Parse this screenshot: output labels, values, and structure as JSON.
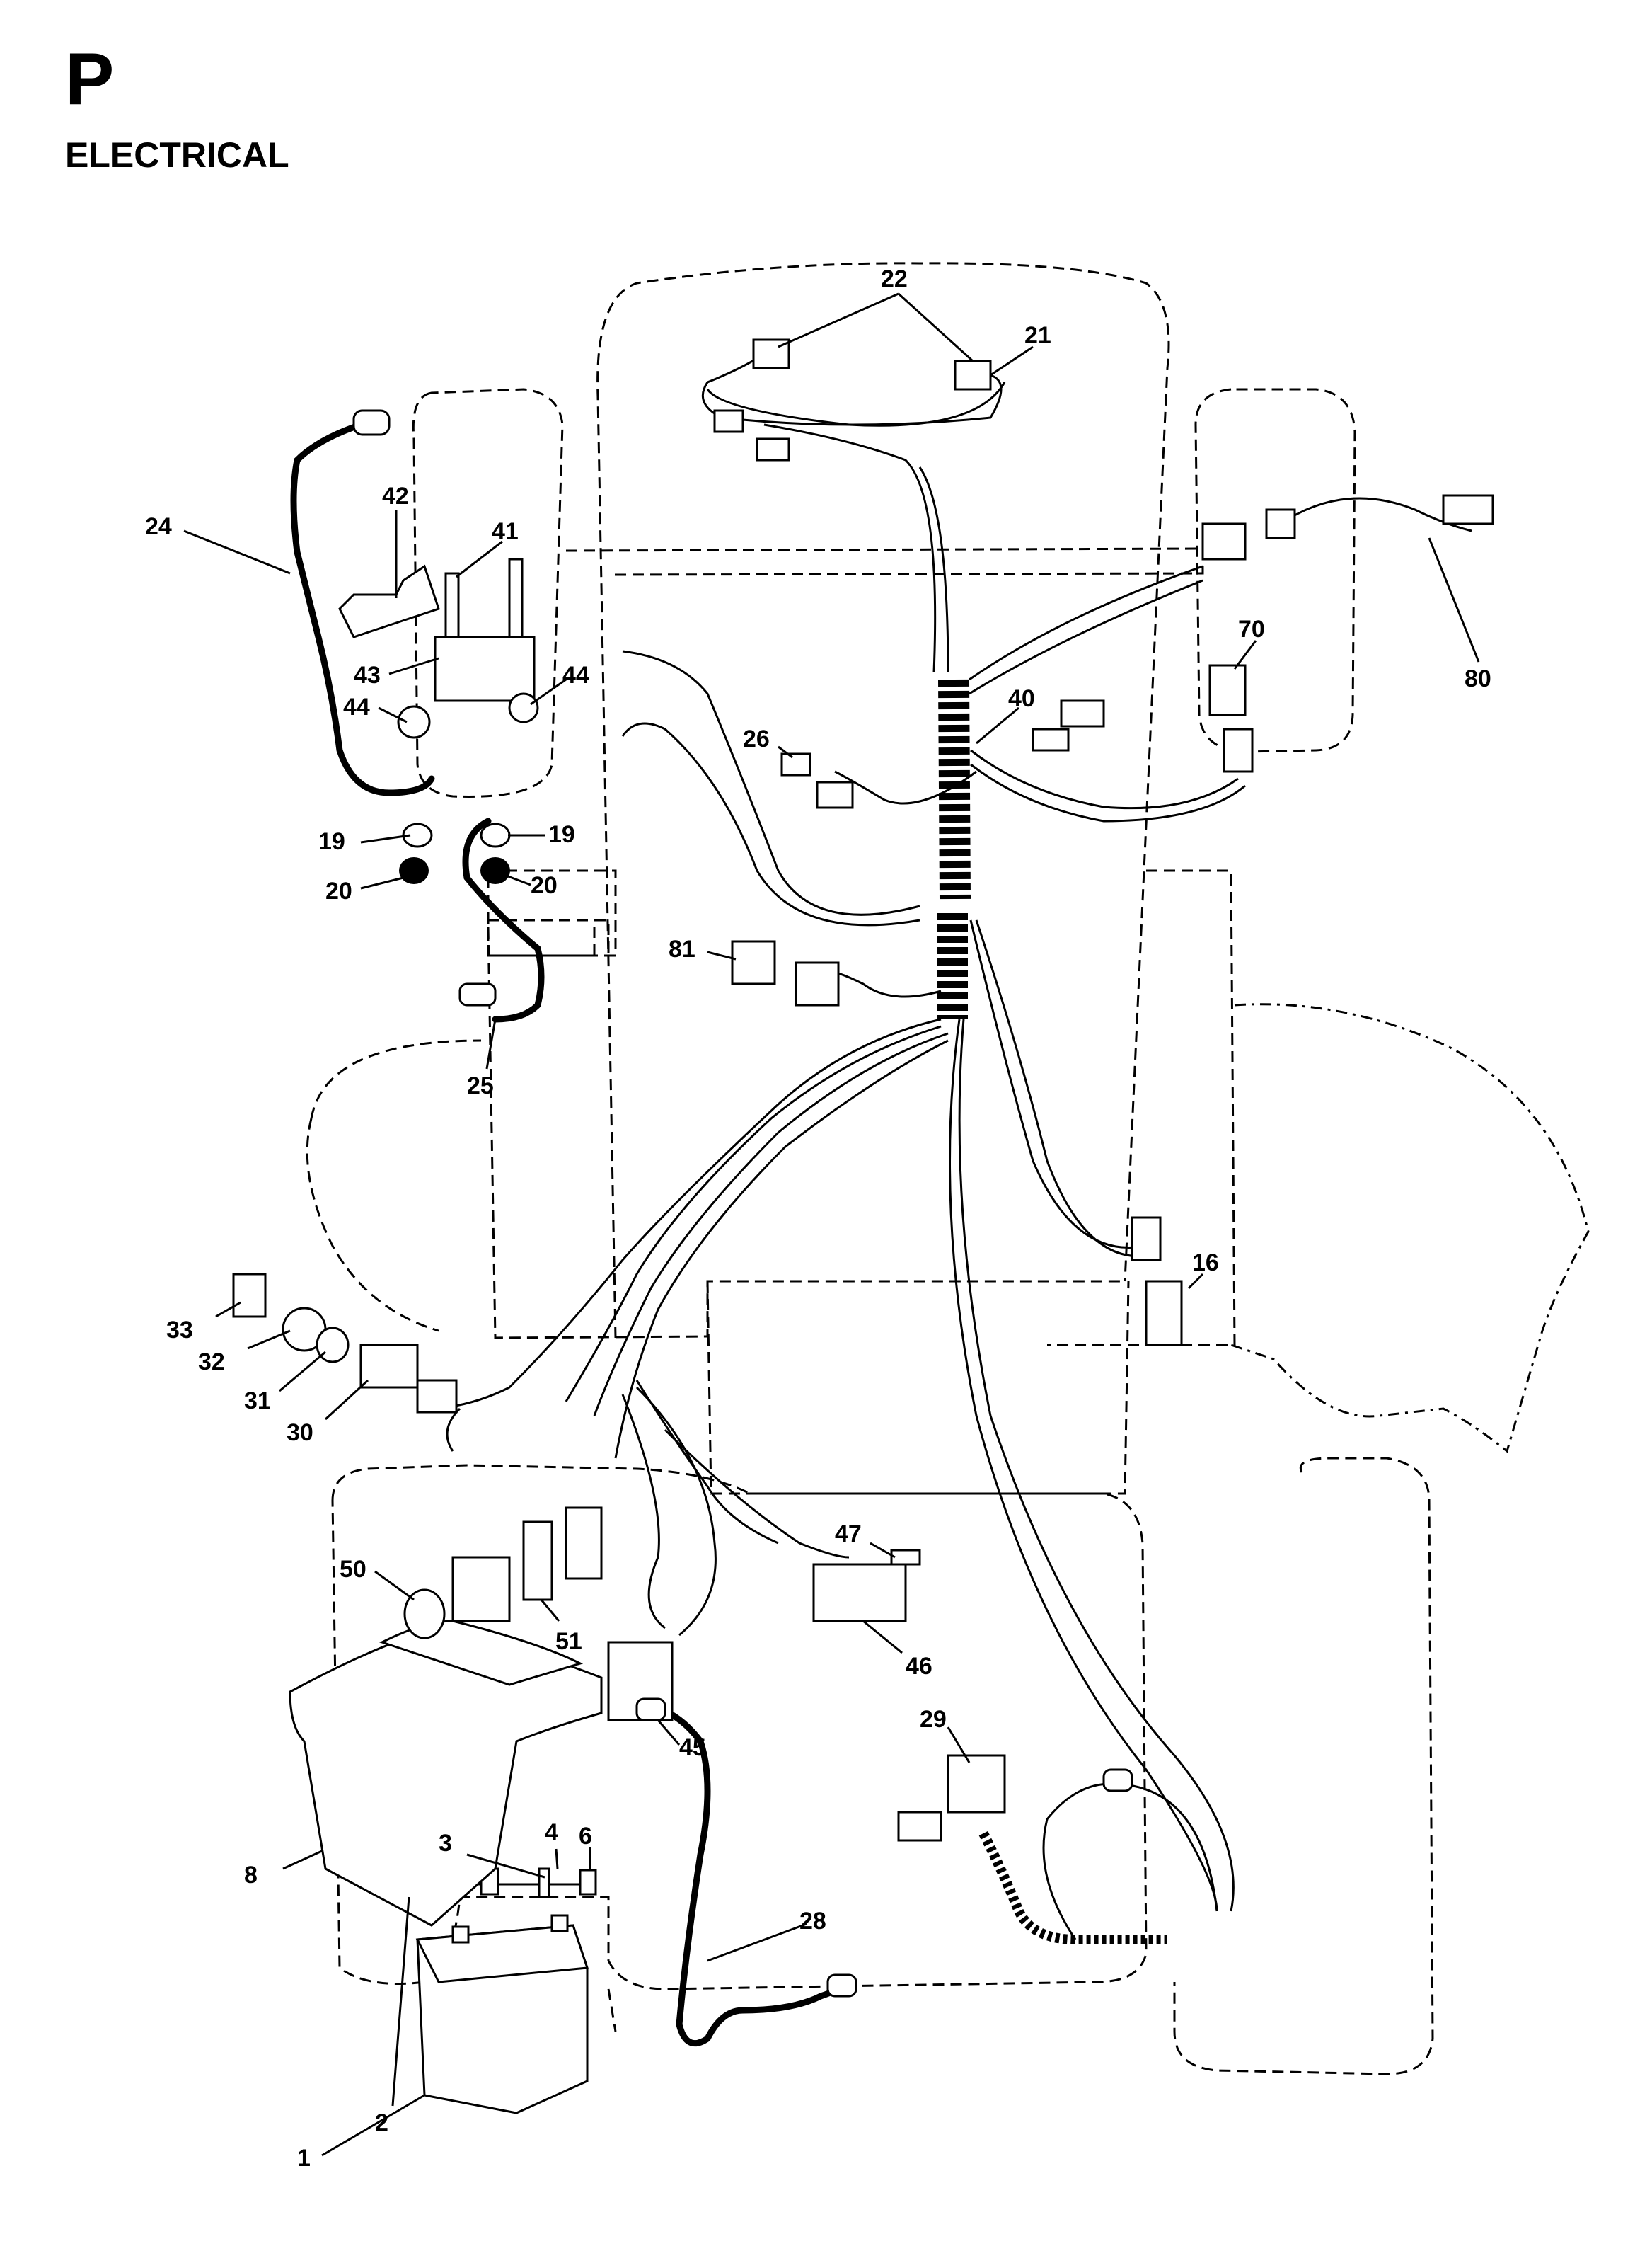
{
  "header": {
    "section": "P",
    "title": "ELECTRICAL"
  },
  "callouts": {
    "c1": "1",
    "c2": "2",
    "c3": "3",
    "c4": "4",
    "c6": "6",
    "c8": "8",
    "c16": "16",
    "c19a": "19",
    "c19b": "19",
    "c20a": "20",
    "c20b": "20",
    "c21": "21",
    "c22": "22",
    "c24": "24",
    "c25": "25",
    "c26": "26",
    "c28": "28",
    "c29": "29",
    "c30": "30",
    "c31": "31",
    "c32": "32",
    "c33": "33",
    "c40": "40",
    "c41": "41",
    "c42": "42",
    "c43": "43",
    "c44a": "44",
    "c44b": "44",
    "c45": "45",
    "c46": "46",
    "c47": "47",
    "c50": "50",
    "c51": "51",
    "c70": "70",
    "c80": "80",
    "c81": "81"
  }
}
